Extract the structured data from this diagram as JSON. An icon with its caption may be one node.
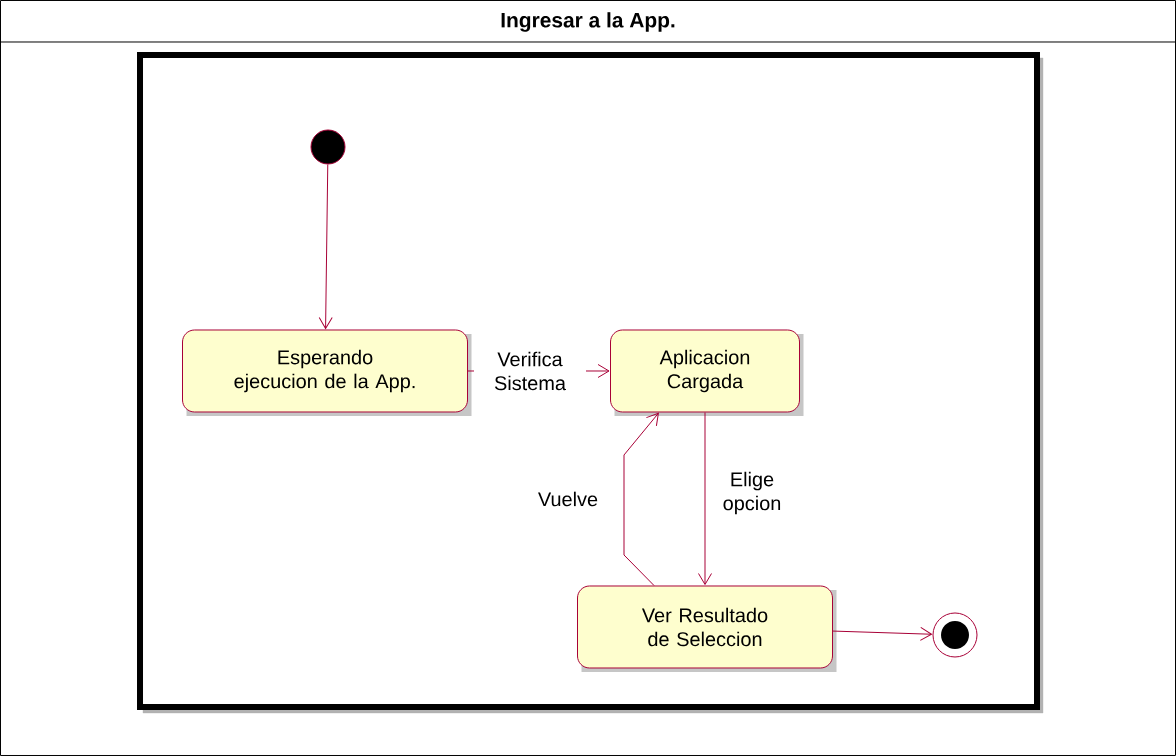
{
  "diagram": {
    "title": "Ingresar a la App.",
    "nodes": [
      {
        "text": [],
        "shape": "circle"
      },
      {
        "text": [
          "Esperando ejecucion de la App."
        ]
      },
      {
        "text": [
          "Aplicacion Cargada"
        ]
      },
      {
        "text": [
          "Ver Resultado de Seleccion"
        ]
      },
      {
        "text": [],
        "shape": "circle"
      }
    ],
    "edges": [
      {
        "from": 0,
        "to": 1,
        "arrow": "to"
      },
      {
        "from": 1,
        "to": 2,
        "arrow": "to",
        "label": "Verifica Sistema"
      },
      {
        "from": 2,
        "to": 3,
        "arrow": "to",
        "label": "Elige opcion"
      },
      {
        "from": 3,
        "to": 2,
        "arrow": "to",
        "label": "Vuelve"
      },
      {
        "from": 3,
        "to": 4,
        "arrow": "to"
      }
    ]
  }
}
